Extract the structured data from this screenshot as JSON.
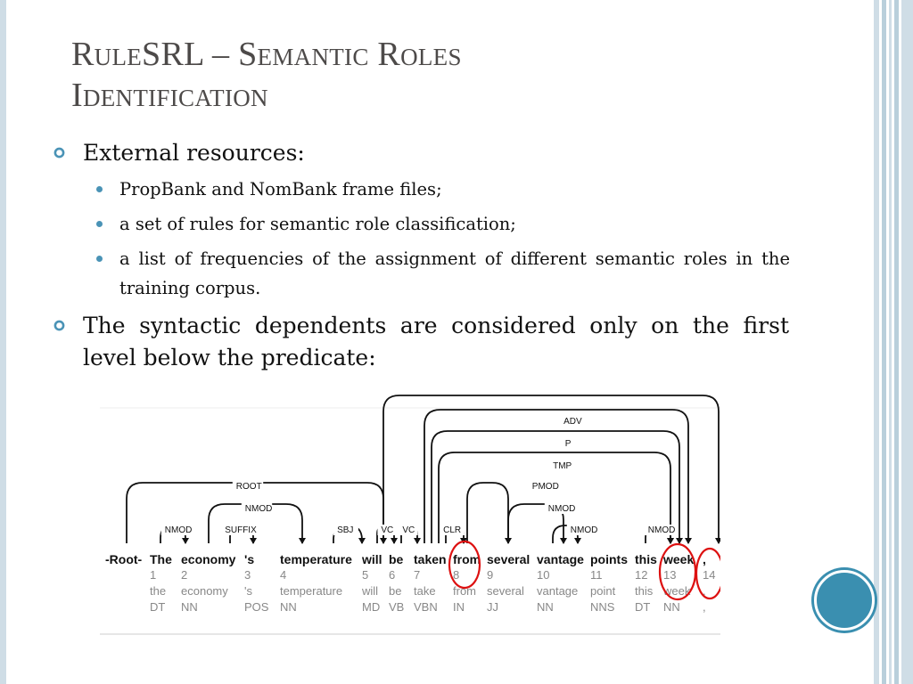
{
  "title": {
    "line1": "RuleSRL – Semantic Roles",
    "line2": "Identification"
  },
  "bullets": [
    {
      "text": "External resources:",
      "sub": [
        "PropBank and NomBank frame files;",
        "a set of rules for semantic role classification;",
        "a list of frequencies of the assignment of different semantic roles in the training corpus."
      ]
    },
    {
      "text": "The syntactic dependents are considered only on the first level below the predicate:"
    }
  ],
  "colors": {
    "title": "#4d4a49",
    "bullet_marker": "#4a93b6",
    "accent_circle": "#3a8fb0",
    "stripe_light": "#cfdde6",
    "highlight_circle": "#dd1111"
  },
  "figure": {
    "root_label": "-Root-",
    "tokens": [
      {
        "word": "The",
        "idx": "1",
        "lemma": "the",
        "pos": "DT"
      },
      {
        "word": "economy",
        "idx": "2",
        "lemma": "economy",
        "pos": "NN"
      },
      {
        "word": "'s",
        "idx": "3",
        "lemma": "'s",
        "pos": "POS"
      },
      {
        "word": "temperature",
        "idx": "4",
        "lemma": "temperature",
        "pos": "NN"
      },
      {
        "word": "will",
        "idx": "5",
        "lemma": "will",
        "pos": "MD"
      },
      {
        "word": "be",
        "idx": "6",
        "lemma": "be",
        "pos": "VB"
      },
      {
        "word": "taken",
        "idx": "7",
        "lemma": "take",
        "pos": "VBN"
      },
      {
        "word": "from",
        "idx": "8",
        "lemma": "from",
        "pos": "IN"
      },
      {
        "word": "several",
        "idx": "9",
        "lemma": "several",
        "pos": "JJ"
      },
      {
        "word": "vantage",
        "idx": "10",
        "lemma": "vantage",
        "pos": "NN"
      },
      {
        "word": "points",
        "idx": "11",
        "lemma": "point",
        "pos": "NNS"
      },
      {
        "word": "this",
        "idx": "12",
        "lemma": "this",
        "pos": "DT"
      },
      {
        "word": "week",
        "idx": "13",
        "lemma": "week",
        "pos": "NN"
      },
      {
        "word": ",",
        "idx": "14",
        "lemma": ",",
        "pos": ","
      }
    ],
    "arc_labels": {
      "adv": "ADV",
      "p": "P",
      "tmp": "TMP",
      "root": "ROOT",
      "pmod": "PMOD",
      "nmod_top": "NMOD",
      "nmod_inner": "NMOD",
      "nmod_1": "NMOD",
      "suffix": "SUFFIX",
      "sbj": "SBJ",
      "vc1": "VC",
      "vc2": "VC",
      "clr": "CLR",
      "nmod_10": "NMOD",
      "nmod_12": "NMOD"
    }
  }
}
